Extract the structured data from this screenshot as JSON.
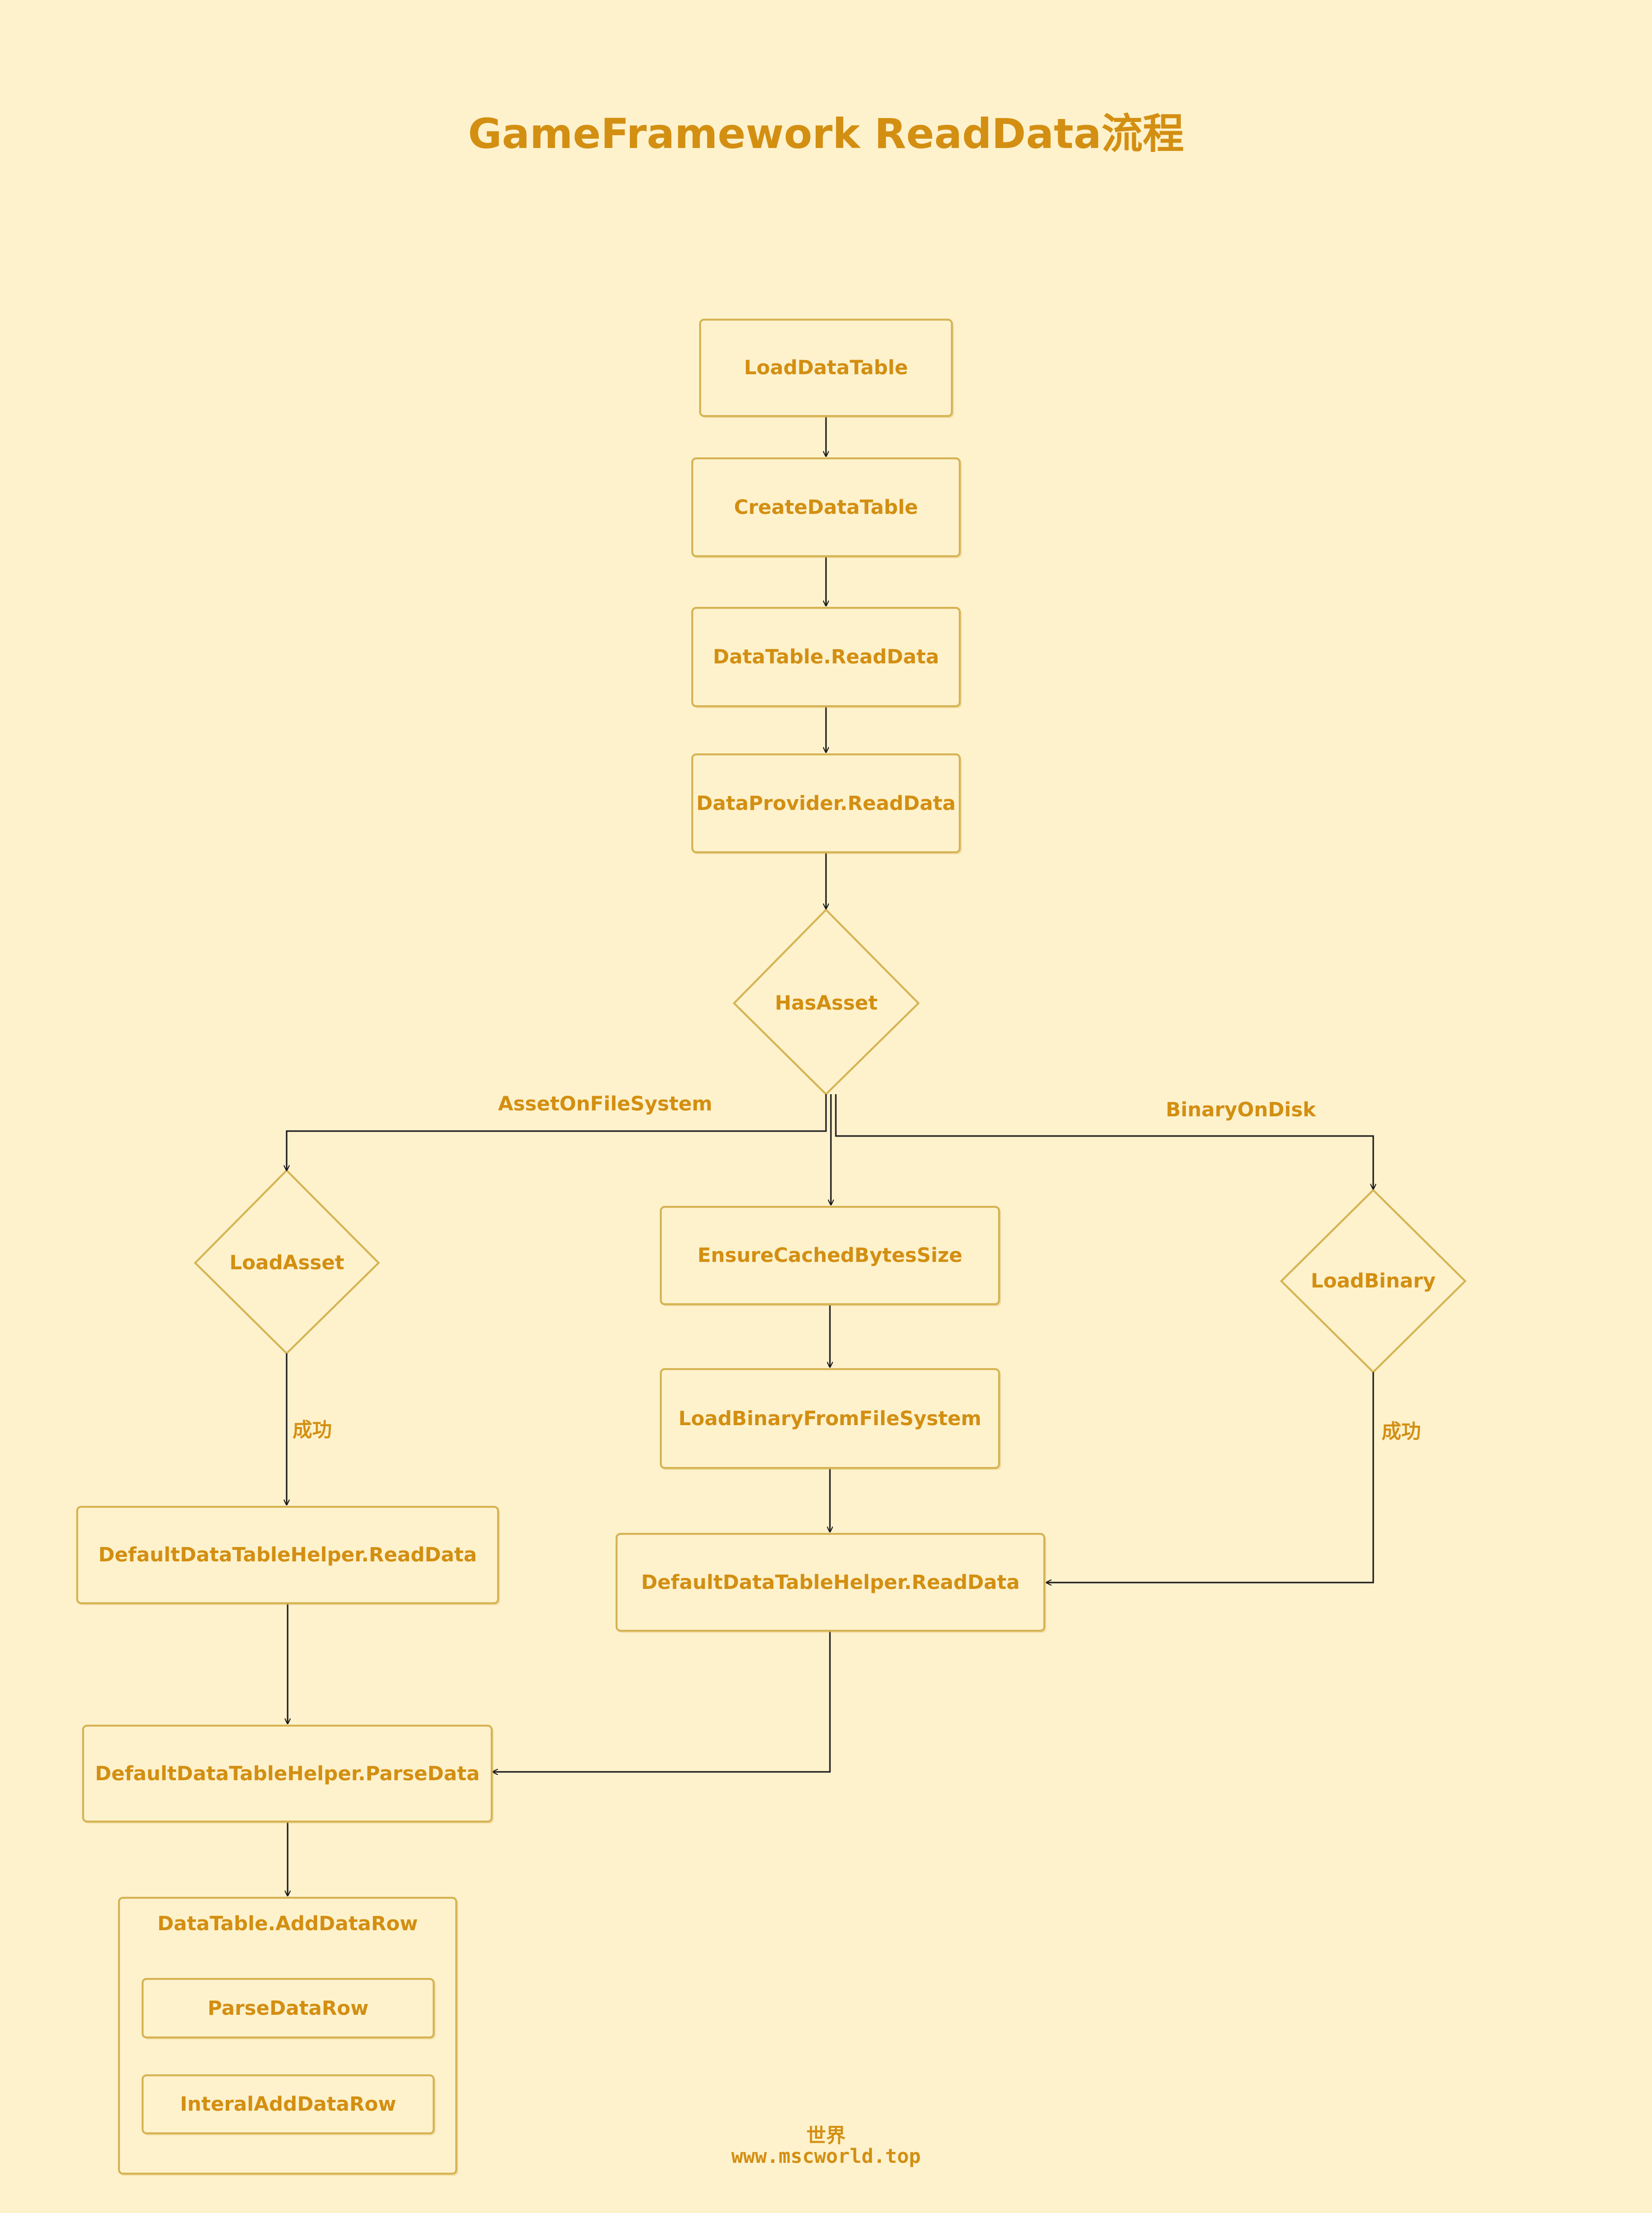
{
  "title": "GameFramework ReadData流程",
  "nodes": {
    "load_data_table": "LoadDataTable",
    "create_data_table": "CreateDataTable",
    "datatable_readdata": "DataTable.ReadData",
    "dataprovider_readdata": "DataProvider.ReadData",
    "has_asset": "HasAsset",
    "load_asset": "LoadAsset",
    "ensure_cached": "EnsureCachedBytesSize",
    "load_binary_fs": "LoadBinaryFromFileSystem",
    "load_binary": "LoadBinary",
    "helper_readdata_left": "DefaultDataTableHelper.ReadData",
    "helper_readdata_center": "DefaultDataTableHelper.ReadData",
    "helper_parsedata": "DefaultDataTableHelper.ParseData",
    "add_data_row": "DataTable.AddDataRow",
    "parse_data_row": "ParseDataRow",
    "interal_add_data_row": "InteralAddDataRow"
  },
  "edge_labels": {
    "asset_on_fs": "AssetOnFileSystem",
    "binary_on_disk": "BinaryOnDisk",
    "success_left": "成功",
    "success_right": "成功"
  },
  "footer": {
    "line1": "世界",
    "line2": "www.mscworld.top"
  },
  "colors": {
    "background": "#fef2cd",
    "text": "#d38f12",
    "border": "#d6b454",
    "arrow": "#1a1a1a"
  }
}
